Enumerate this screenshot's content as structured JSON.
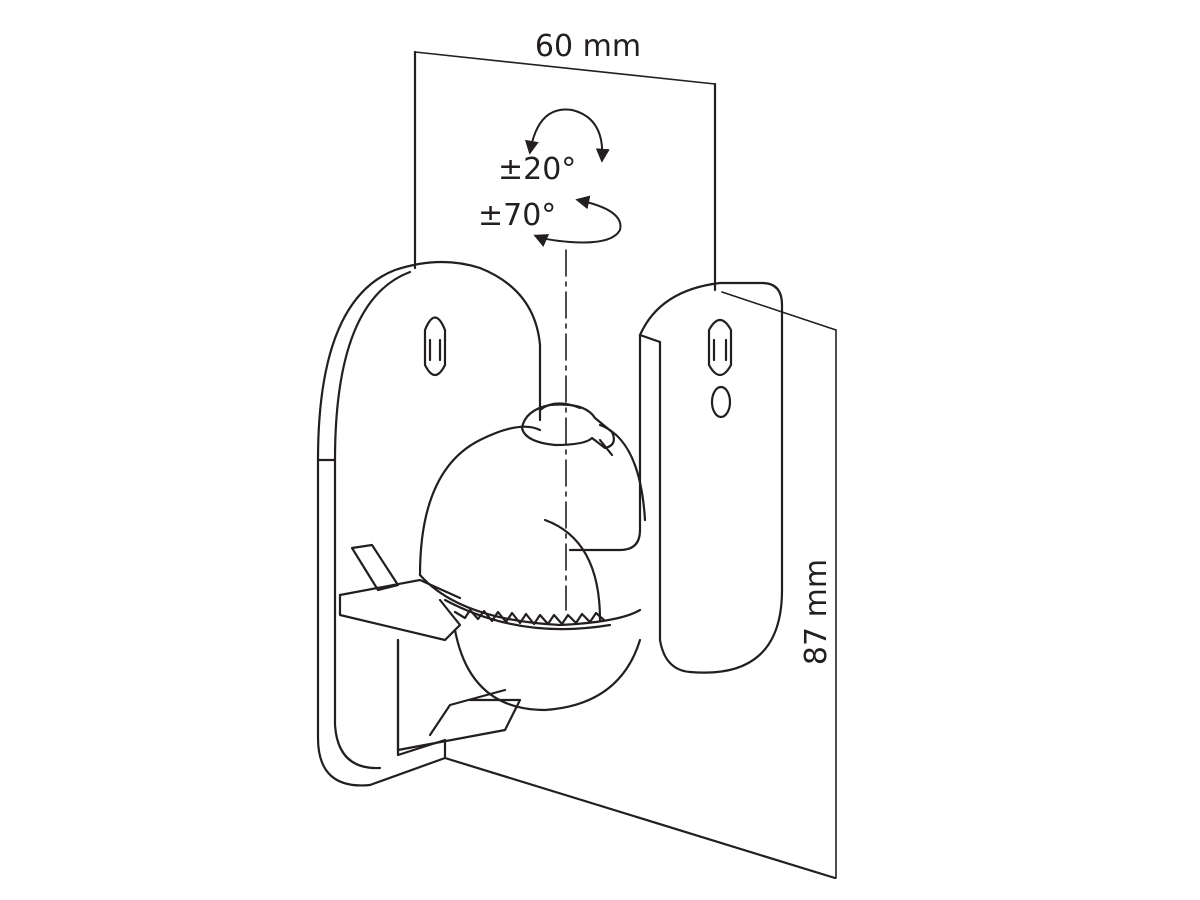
{
  "dimensions": {
    "width_label": "60 mm",
    "height_label": "87 mm"
  },
  "rotation": {
    "tilt_label": "±20°",
    "swivel_label": "±70°"
  },
  "colors": {
    "line": "#231f20",
    "background": "#ffffff"
  }
}
